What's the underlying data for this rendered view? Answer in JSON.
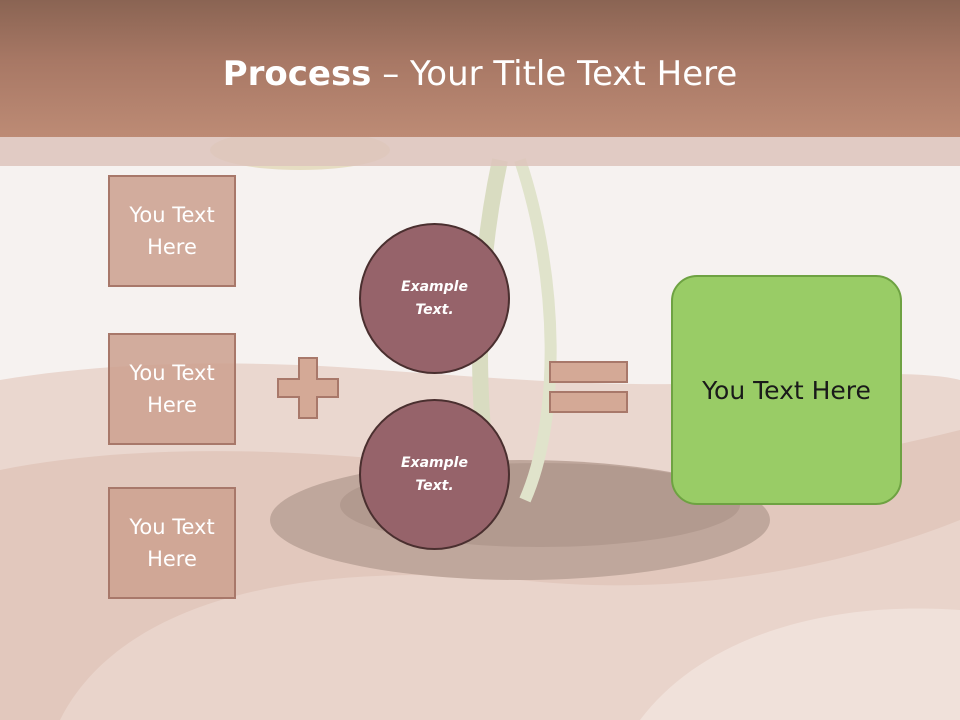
{
  "slide": {
    "title_bold": "Process",
    "title_rest": " – Your Title Text Here"
  },
  "inputs": [
    {
      "label": "You Text Here"
    },
    {
      "label": "You Text Here"
    },
    {
      "label": "You Text Here"
    }
  ],
  "circles": [
    {
      "label": "Example Text."
    },
    {
      "label": "Example Text."
    }
  ],
  "result": {
    "label": "You Text Here"
  },
  "colors": {
    "header": "#a87865",
    "box_fill": "#cda291",
    "circle_fill": "#96636a",
    "result_fill": "#99cc66",
    "operator_fill": "#d4a996"
  },
  "icons": [
    "plus-icon",
    "equals-icon"
  ]
}
